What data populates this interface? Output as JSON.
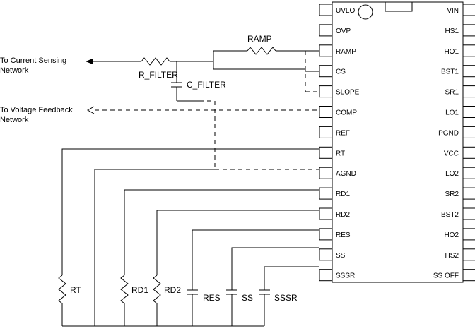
{
  "left_pins": [
    "UVLO",
    "OVP",
    "RAMP",
    "CS",
    "SLOPE",
    "COMP",
    "REF",
    "RT",
    "AGND",
    "RD1",
    "RD2",
    "RES",
    "SS",
    "SSSR"
  ],
  "right_pins": [
    "VIN",
    "HS1",
    "HO1",
    "BST1",
    "SR1",
    "LO1",
    "PGND",
    "VCC",
    "LO2",
    "SR2",
    "BST2",
    "HO2",
    "HS2",
    "SS OFF"
  ],
  "labels": {
    "current_sense_line1": "To Current Sensing",
    "current_sense_line2": "Network",
    "voltage_fb_line1": "To Voltage Feedback",
    "voltage_fb_line2": "Network",
    "ramp": "RAMP",
    "r_filter": "R_FILTER",
    "c_filter": "C_FILTER",
    "rt": "RT",
    "rd1": "RD1",
    "rd2": "RD2",
    "res": "RES",
    "ss": "SS",
    "sssr": "SSSR"
  }
}
